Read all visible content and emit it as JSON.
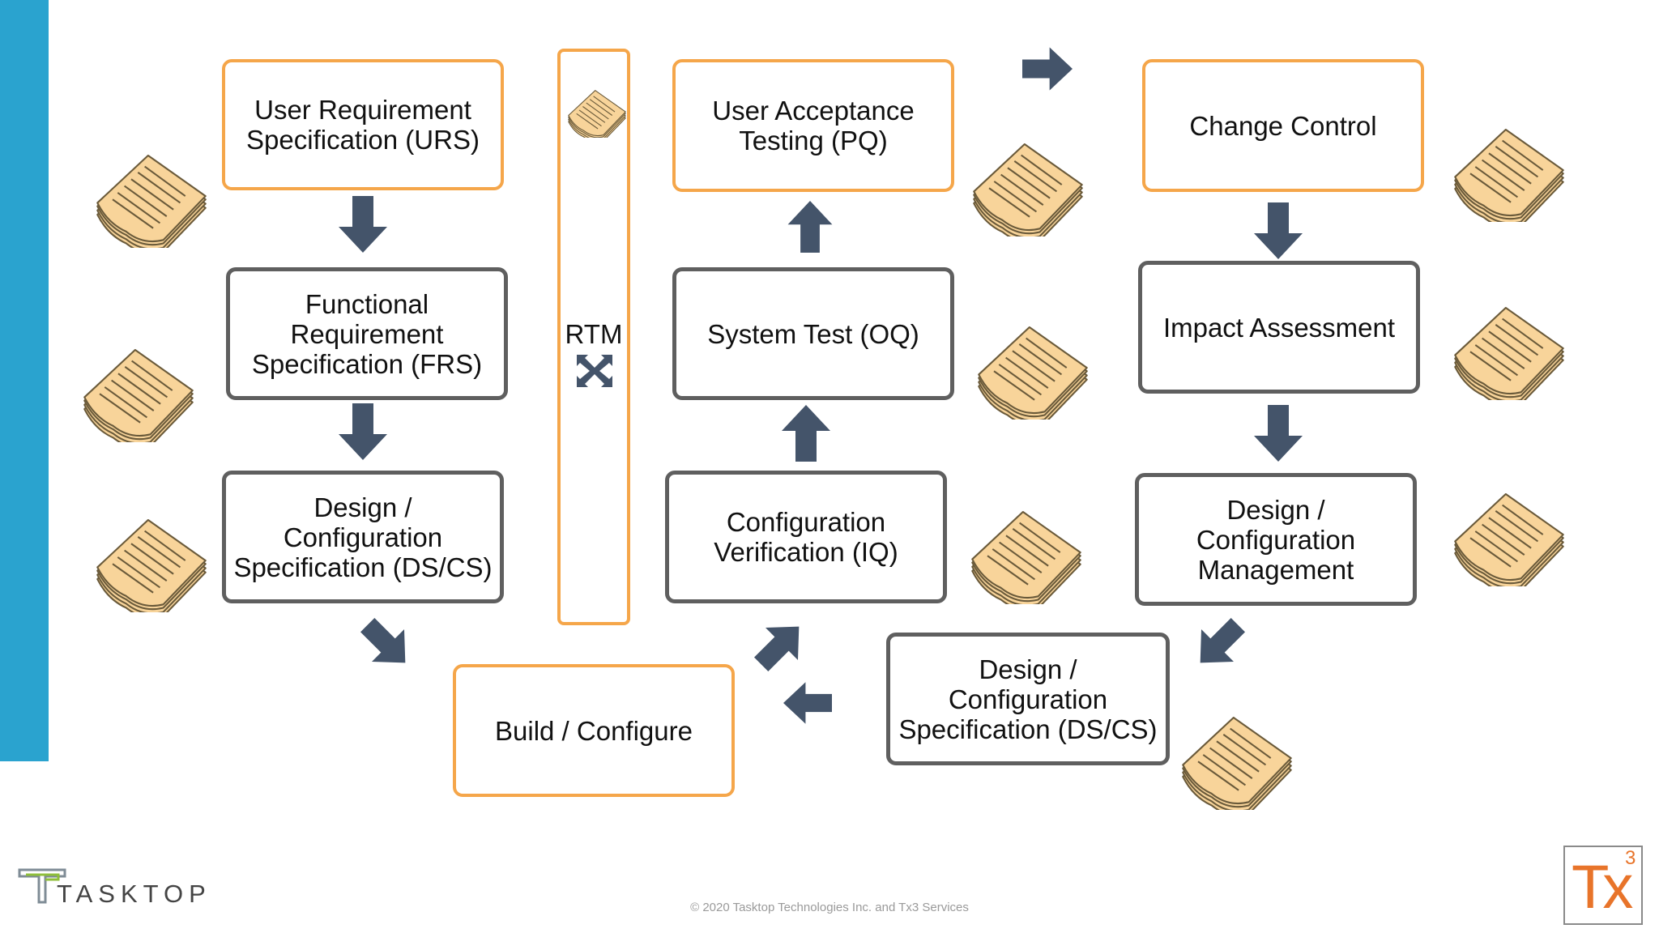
{
  "boxes": {
    "urs": "User  Requirement\nSpecification (URS)",
    "frs": "Functional\nRequirement\nSpecification (FRS)",
    "dscs_left": "Design /\nConfiguration\nSpecification (DS/CS)",
    "build": "Build / Configure",
    "iq": "Configuration\nVerification (IQ)",
    "oq": "System Test (OQ)",
    "pq": "User Acceptance\nTesting (PQ)",
    "change_control": "Change Control",
    "impact": "Impact Assessment",
    "dcm": "Design /\nConfiguration\nManagement",
    "dscs_bottom": "Design /\nConfiguration\nSpecification (DS/CS)"
  },
  "rtm": {
    "label": "RTM"
  },
  "footer": {
    "copyright": "© 2020 Tasktop Technologies Inc. and Tx3 Services"
  },
  "logos": {
    "tasktop": "TASKTOP",
    "tx3_main": "Tx",
    "tx3_sup": "3"
  },
  "colors": {
    "accent_orange": "#f5a64a",
    "box_gray": "#5f5f5f",
    "arrow": "#44546a",
    "stripe": "#2aa3cf",
    "doc_fill": "#f8d49a"
  }
}
